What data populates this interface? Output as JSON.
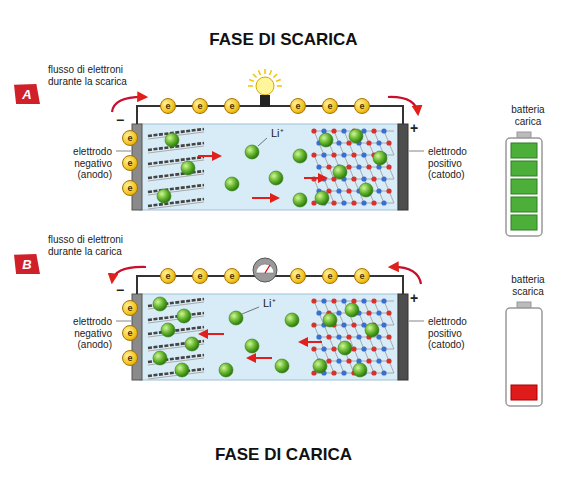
{
  "diagram": {
    "title": "FASE DI SCARICA",
    "caption": "FASE DI CARICA",
    "nodes": [
      {
        "text": [
          "A"
        ]
      },
      {
        "text": [
          "e"
        ]
      },
      {
        "text": [
          "e"
        ]
      },
      {
        "text": [
          "e"
        ]
      },
      {
        "text": [
          "e"
        ]
      },
      {
        "text": [
          "e"
        ]
      },
      {
        "text": [
          "e"
        ]
      },
      {
        "text": [
          "e"
        ]
      },
      {
        "text": [
          "e"
        ]
      },
      {
        "text": [
          "e"
        ]
      },
      {
        "text": [
          "B"
        ]
      },
      {
        "text": [
          "e"
        ]
      },
      {
        "text": [
          "e"
        ]
      },
      {
        "text": [
          "e"
        ]
      },
      {
        "text": [
          "e"
        ]
      },
      {
        "text": [
          "e"
        ]
      },
      {
        "text": [
          "e"
        ]
      },
      {
        "text": [
          "e"
        ]
      },
      {
        "text": [
          "e"
        ]
      },
      {
        "text": [
          "e"
        ]
      }
    ],
    "labels": [
      "flusso di elettroni durante la scarica",
      "−",
      "+",
      "elettrodo negativo (anodo)",
      "Li⁺",
      "elettrodo positivo (catodo)",
      "batteria carica",
      "flusso di elettroni durante la carica",
      "−",
      "+",
      "elettrodo negativo (anodo)",
      "Li⁺",
      "elettrodo positivo (catodo)",
      "batteria scarica"
    ]
  }
}
